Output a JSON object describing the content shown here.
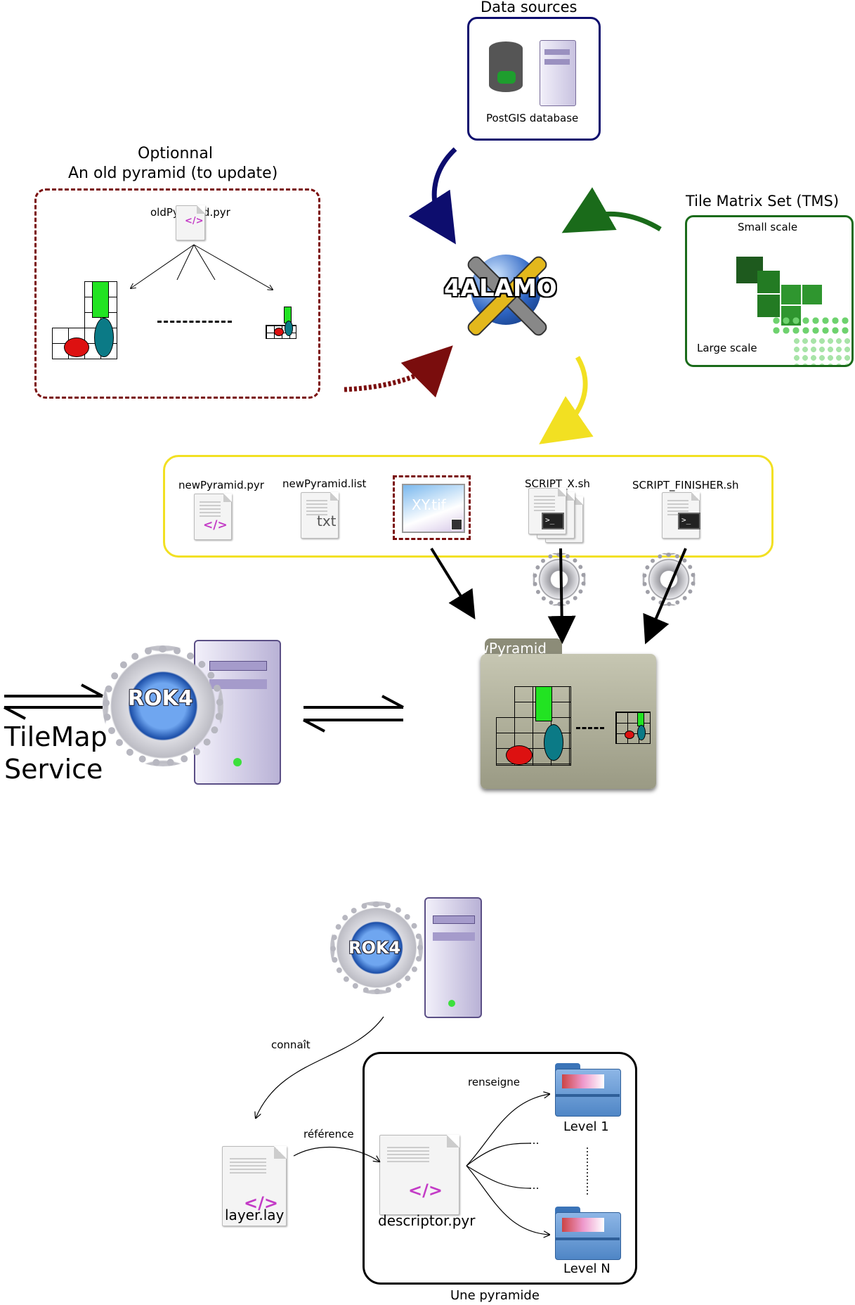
{
  "sections": {
    "data_sources": {
      "title": "Data sources",
      "db_label": "PostGIS database"
    },
    "old_pyramid": {
      "title_line1": "Optionnal",
      "title_line2": "An old pyramid (to update)",
      "file": "oldPyramid.pyr"
    },
    "tms": {
      "title": "Tile Matrix Set (TMS)",
      "small": "Small scale",
      "large": "Large scale"
    },
    "tool": {
      "name": "4ALAMO"
    },
    "outputs": {
      "files": [
        "newPyramid.pyr",
        "newPyramid.list",
        "XY.tif",
        "SCRIPT_X.sh",
        "SCRIPT_FINISHER.sh"
      ],
      "txt_icon": "txt",
      "tif_icon": "XY.tif"
    },
    "pyramid_folder": {
      "label": "newPyramid"
    },
    "server": {
      "name": "ROK4",
      "service_line1": "TileMap",
      "service_line2": "Service"
    }
  },
  "bottom": {
    "server_name": "ROK4",
    "edge_connait": "connaît",
    "edge_reference": "référence",
    "edge_renseigne": "renseigne",
    "layer_file": "layer.lay",
    "descriptor_file": "descriptor.pyr",
    "level_1": "Level 1",
    "level_n": "Level N",
    "pyramid_caption": "Une pyramide"
  },
  "colors": {
    "navy": "#0d0d6e",
    "darkred": "#7a0d0d",
    "green": "#1a6b1a",
    "yellow": "#f2e022",
    "folder_gray": "#b8b8a4",
    "blue_folder": "#5b8fcf"
  }
}
